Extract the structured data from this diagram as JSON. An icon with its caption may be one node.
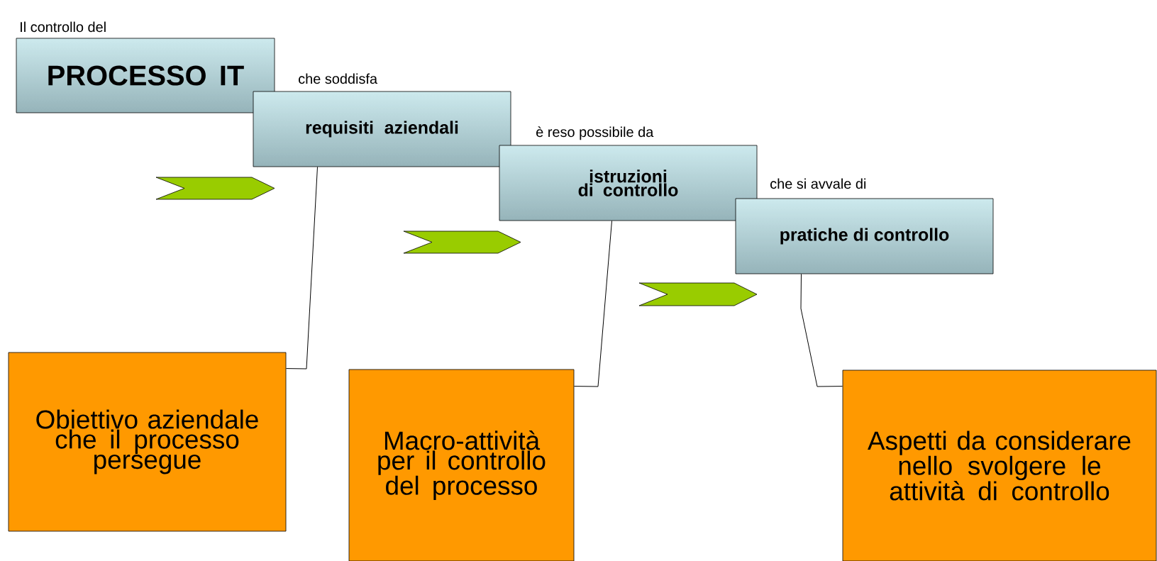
{
  "diagram": {
    "nodes": [
      {
        "text": [
          "PROCESSO IT"
        ],
        "beside": [
          "Il controllo del"
        ]
      },
      {
        "text": [
          "requisiti aziendali"
        ],
        "beside": [
          "che soddisfa"
        ]
      },
      {
        "text": [
          "istruzioni di controllo"
        ],
        "beside": [
          "è reso possibile da"
        ]
      },
      {
        "text": [
          "pratiche di controllo"
        ],
        "beside": [
          "che si avvale di"
        ]
      },
      {
        "text": [
          "Obiettivo aziendale che il processo persegue"
        ]
      },
      {
        "text": [
          "Macro-attività per il controllo del processo"
        ]
      },
      {
        "text": [
          "Aspetti da considerare nello svolgere le attività di controllo"
        ]
      }
    ],
    "edges": [
      {
        "from": 4,
        "to": 1,
        "arrow": "none"
      },
      {
        "from": 5,
        "to": 2,
        "arrow": "none"
      },
      {
        "from": 6,
        "to": 3,
        "arrow": "none"
      }
    ]
  }
}
